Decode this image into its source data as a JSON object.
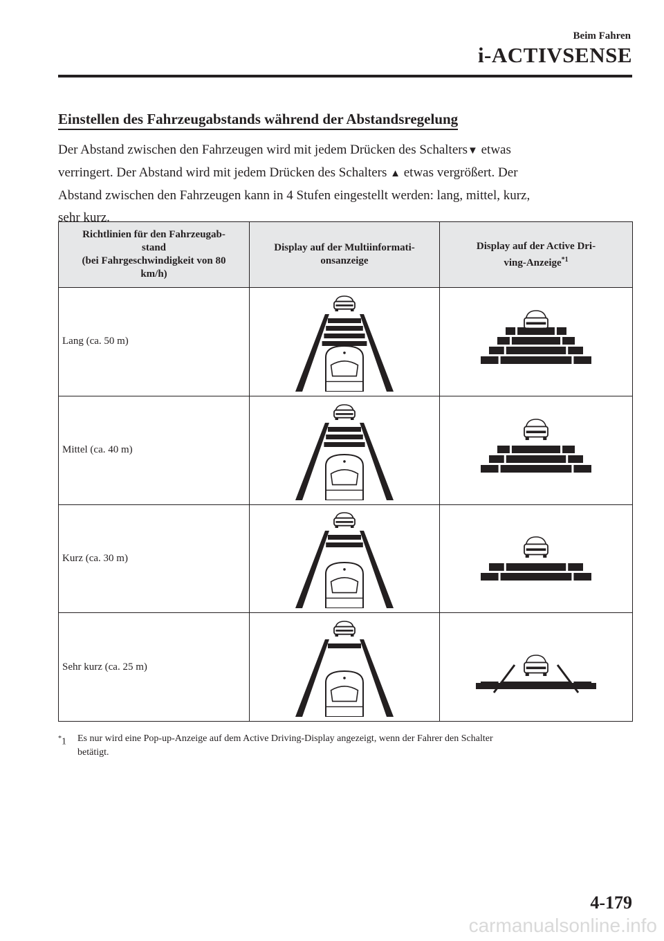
{
  "header": {
    "section": "Beim Fahren",
    "title": "i-ACTIVSENSE"
  },
  "heading": "Einstellen des Fahrzeugabstands während der Abstandsregelung",
  "body": {
    "line1_pre": "Der Abstand zwischen den Fahrzeugen wird mit jedem Drücken des Schalters",
    "down_symbol": "▼",
    "line1_post": " etwas",
    "line2_pre": "verringert. Der Abstand wird mit jedem Drücken des Schalters ",
    "up_symbol": "▲",
    "line2_post": " etwas vergrößert. Der",
    "line3": "Abstand zwischen den Fahrzeugen kann in 4 Stufen eingestellt werden: lang, mittel, kurz,",
    "line4": "sehr kurz."
  },
  "table": {
    "headers": {
      "col1": [
        "Richtlinien für den Fahrzeugab-",
        "stand",
        "(bei Fahrgeschwindigkeit von 80",
        "km/h)"
      ],
      "col2": [
        "Display auf der Multiinformati-",
        "onsanzeige"
      ],
      "col3_line1": "Display auf der Active Dri-",
      "col3_line2": "ving-Anzeige",
      "col3_note": "*1"
    },
    "rows": [
      {
        "label": "Lang (ca. 50 m)",
        "bars": 4
      },
      {
        "label": "Mittel (ca. 40 m)",
        "bars": 3
      },
      {
        "label": "Kurz (ca. 30 m)",
        "bars": 2
      },
      {
        "label": "Sehr kurz (ca. 25 m)",
        "bars": 1
      }
    ]
  },
  "footnote": {
    "mark": "*",
    "num": "1",
    "text_line1": "Es nur wird eine Pop-up-Anzeige auf dem Active Driving-Display angezeigt, wenn der Fahrer den Schalter",
    "text_line2": "betätigt."
  },
  "page_number": "4-179",
  "watermark": "carmanualsonline.info"
}
